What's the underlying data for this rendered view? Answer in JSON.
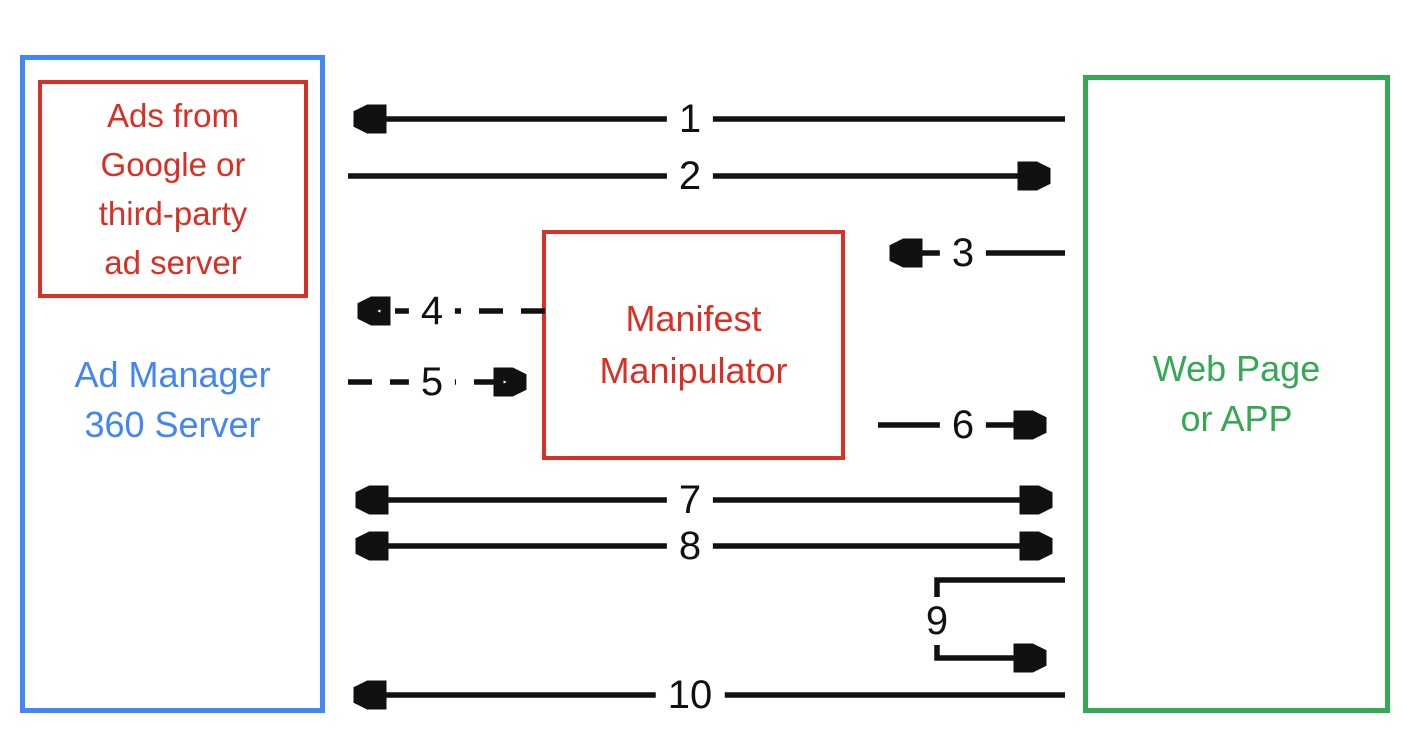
{
  "colors": {
    "blue": "#4285F4",
    "red": "#D93025",
    "green": "#34A853",
    "arrow": "#111111",
    "background": "#FFFFFF"
  },
  "boxes": {
    "ads_source": {
      "lines": [
        "Ads from",
        "Google or",
        "third-party",
        "ad server"
      ]
    },
    "ad_manager": {
      "lines": [
        "Ad Manager",
        "360 Server"
      ]
    },
    "manifest_manipulator": {
      "lines": [
        "Manifest",
        "Manipulator"
      ]
    },
    "web_page": {
      "lines": [
        "Web Page",
        "or APP"
      ]
    }
  },
  "arrows": [
    {
      "label": "1",
      "from": "web_page",
      "to": "ad_manager",
      "style": "solid",
      "direction": "left"
    },
    {
      "label": "2",
      "from": "ad_manager",
      "to": "web_page",
      "style": "solid",
      "direction": "right"
    },
    {
      "label": "3",
      "from": "web_page",
      "to": "manifest_manipulator",
      "style": "solid",
      "direction": "left"
    },
    {
      "label": "4",
      "from": "manifest_manipulator",
      "to": "ad_manager",
      "style": "dashed",
      "direction": "left"
    },
    {
      "label": "5",
      "from": "ad_manager",
      "to": "manifest_manipulator",
      "style": "dashed",
      "direction": "right"
    },
    {
      "label": "6",
      "from": "manifest_manipulator",
      "to": "web_page",
      "style": "solid",
      "direction": "right"
    },
    {
      "label": "7",
      "from": "ad_manager",
      "to": "web_page",
      "style": "solid",
      "direction": "both"
    },
    {
      "label": "8",
      "from": "ad_manager",
      "to": "web_page",
      "style": "solid",
      "direction": "both"
    },
    {
      "label": "9",
      "from": "web_page",
      "to": "web_page",
      "style": "solid",
      "direction": "self-loop"
    },
    {
      "label": "10",
      "from": "web_page",
      "to": "ad_manager",
      "style": "solid",
      "direction": "left"
    }
  ]
}
